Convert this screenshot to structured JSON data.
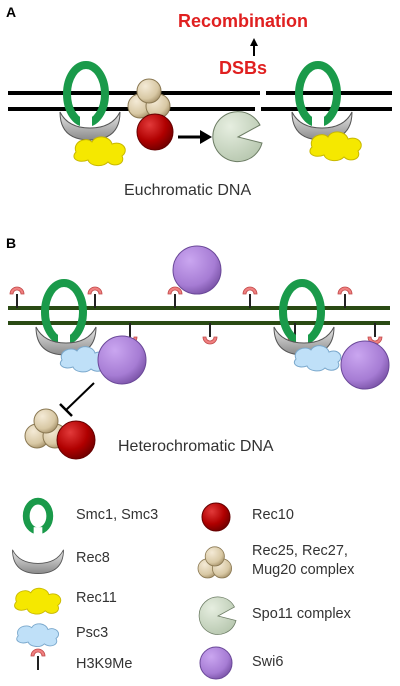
{
  "panelA": {
    "label": "A",
    "recombination": "Recombination",
    "dsbs": "DSBs",
    "caption": "Euchromatic DNA"
  },
  "panelB": {
    "label": "B",
    "caption": "Heterochromatic DNA"
  },
  "legend": {
    "smc": "Smc1, Smc3",
    "rec8": "Rec8",
    "rec11": "Rec11",
    "psc3": "Psc3",
    "h3k9me": "H3K9Me",
    "rec10": "Rec10",
    "rec25_line1": "Rec25, Rec27,",
    "rec25_line2": "Mug20 complex",
    "spo11": "Spo11 complex",
    "swi6": "Swi6"
  },
  "colors": {
    "cohesin_green": "#1a9a4a",
    "rec8_gray": "#a9a9a9",
    "rec11_yellow": "#f5e800",
    "rec10_red": "#b00000",
    "complex_tan": "#d8c8a4",
    "spo11_green": "#cfdcc8",
    "psc3_blue": "#bfe0f8",
    "h3k9me_pink": "#f08080",
    "swi6_purple": "#a67cd4",
    "hetero_dna": "#2a4a14",
    "label_red": "#e02020"
  }
}
